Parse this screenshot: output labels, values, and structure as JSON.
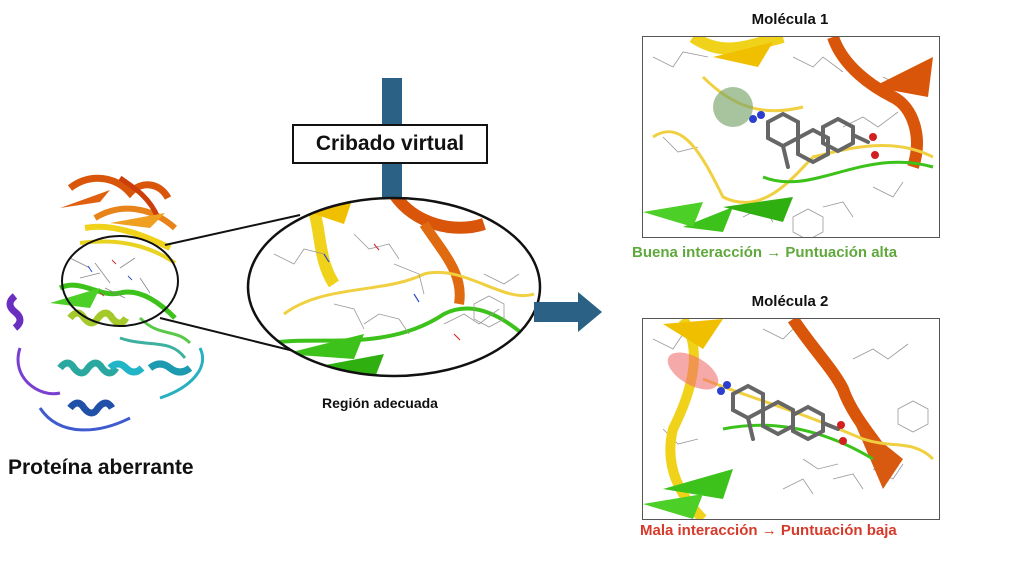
{
  "protein": {
    "label": "Proteína aberrante"
  },
  "screening": {
    "label": "Cribado virtual"
  },
  "region": {
    "label": "Región adecuada"
  },
  "molecule1": {
    "title": "Molécula 1",
    "result": "Buena interacción → Puntuación alta",
    "result_color": "#5fa83c",
    "highlight_color": "#7aa56a"
  },
  "molecule2": {
    "title": "Molécula 2",
    "result": "Mala interacción → Puntuación baja",
    "result_color": "#d63a2a",
    "highlight_color": "#f07070"
  },
  "colors": {
    "arrow": "#2a6185",
    "helix_purple": "#6a2fc0",
    "helix_teal": "#1c9ab0",
    "strand_orange": "#d8550a",
    "strand_yellow": "#f1d21a",
    "strand_green": "#3cc21a"
  }
}
